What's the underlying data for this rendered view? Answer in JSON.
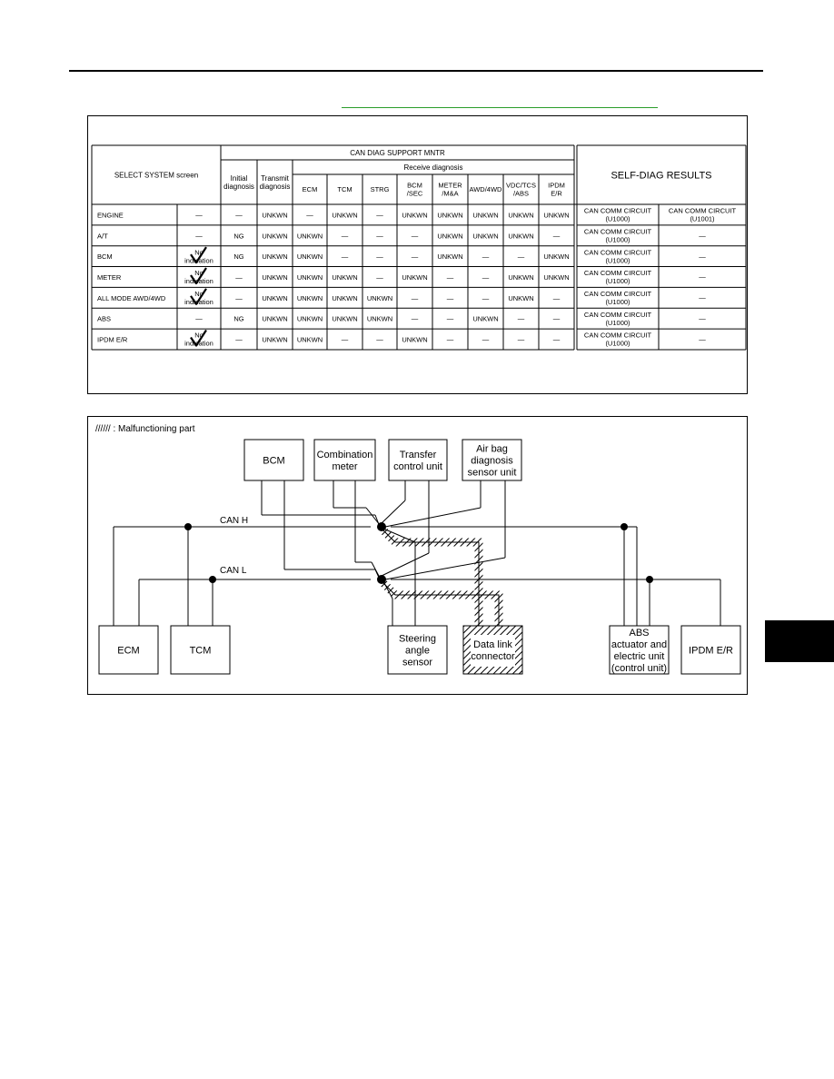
{
  "table": {
    "left_header": "SELECT SYSTEM screen",
    "group_header": "CAN DIAG SUPPORT MNTR",
    "receive_header": "Receive diagnosis",
    "initial_header": [
      "Initial",
      "diagnosis"
    ],
    "transmit_header": [
      "Transmit",
      "diagnosis"
    ],
    "receive_columns": [
      [
        "ECM"
      ],
      [
        "TCM"
      ],
      [
        "STRG"
      ],
      [
        "BCM",
        "/SEC"
      ],
      [
        "METER",
        "/M&A"
      ],
      [
        "AWD/4WD"
      ],
      [
        "VDC/TCS",
        "/ABS"
      ],
      [
        "IPDM",
        "E/R"
      ]
    ],
    "self_diag_header": "SELF-DIAG RESULTS",
    "no_indication": [
      "No",
      "indication"
    ],
    "rows": [
      {
        "system": "ENGINE",
        "select": "—",
        "checked": false,
        "initial": "—",
        "transmit": "UNKWN",
        "receive": [
          "—",
          "UNKWN",
          "—",
          "UNKWN",
          "UNKWN",
          "UNKWN",
          "UNKWN",
          "UNKWN"
        ],
        "diag1": [
          "CAN COMM CIRCUIT",
          "(U1000)"
        ],
        "diag2": [
          "CAN COMM CIRCUIT",
          "(U1001)"
        ]
      },
      {
        "system": "A/T",
        "select": "—",
        "checked": false,
        "initial": "NG",
        "transmit": "UNKWN",
        "receive": [
          "UNKWN",
          "—",
          "—",
          "—",
          "UNKWN",
          "UNKWN",
          "UNKWN",
          "—"
        ],
        "diag1": [
          "CAN COMM CIRCUIT",
          "(U1000)"
        ],
        "diag2": [
          "—"
        ]
      },
      {
        "system": "BCM",
        "select": "",
        "checked": true,
        "initial": "NG",
        "transmit": "UNKWN",
        "receive": [
          "UNKWN",
          "—",
          "—",
          "—",
          "UNKWN",
          "—",
          "—",
          "UNKWN"
        ],
        "diag1": [
          "CAN COMM CIRCUIT",
          "(U1000)"
        ],
        "diag2": [
          "—"
        ]
      },
      {
        "system": "METER",
        "select": "",
        "checked": true,
        "initial": "—",
        "transmit": "UNKWN",
        "receive": [
          "UNKWN",
          "UNKWN",
          "—",
          "UNKWN",
          "—",
          "—",
          "UNKWN",
          "UNKWN"
        ],
        "diag1": [
          "CAN COMM CIRCUIT",
          "(U1000)"
        ],
        "diag2": [
          "—"
        ]
      },
      {
        "system": "ALL MODE AWD/4WD",
        "select": "",
        "checked": true,
        "initial": "—",
        "transmit": "UNKWN",
        "receive": [
          "UNKWN",
          "UNKWN",
          "UNKWN",
          "—",
          "—",
          "—",
          "UNKWN",
          "—"
        ],
        "diag1": [
          "CAN COMM CIRCUIT",
          "(U1000)"
        ],
        "diag2": [
          "—"
        ]
      },
      {
        "system": "ABS",
        "select": "—",
        "checked": false,
        "initial": "NG",
        "transmit": "UNKWN",
        "receive": [
          "UNKWN",
          "UNKWN",
          "UNKWN",
          "—",
          "—",
          "UNKWN",
          "—",
          "—"
        ],
        "diag1": [
          "CAN COMM CIRCUIT",
          "(U1000)"
        ],
        "diag2": [
          "—"
        ]
      },
      {
        "system": "IPDM E/R",
        "select": "",
        "checked": true,
        "initial": "—",
        "transmit": "UNKWN",
        "receive": [
          "UNKWN",
          "—",
          "—",
          "UNKWN",
          "—",
          "—",
          "—",
          "—"
        ],
        "diag1": [
          "CAN COMM CIRCUIT",
          "(U1000)"
        ],
        "diag2": [
          "—"
        ]
      }
    ]
  },
  "diagram": {
    "legend": "////// : Malfunctioning part",
    "can_h": "CAN H",
    "can_l": "CAN L",
    "units": {
      "bcm": [
        "BCM"
      ],
      "combination_meter": [
        "Combination",
        "meter"
      ],
      "transfer": [
        "Transfer",
        "control unit"
      ],
      "airbag": [
        "Air bag",
        "diagnosis",
        "sensor unit"
      ],
      "ecm": [
        "ECM"
      ],
      "tcm": [
        "TCM"
      ],
      "steering": [
        "Steering",
        "angle",
        "sensor"
      ],
      "dlc": [
        "Data link",
        "connector"
      ],
      "abs": [
        "ABS",
        "actuator and",
        "electric unit",
        "(control unit)"
      ],
      "ipdm": [
        "IPDM E/R"
      ]
    }
  }
}
